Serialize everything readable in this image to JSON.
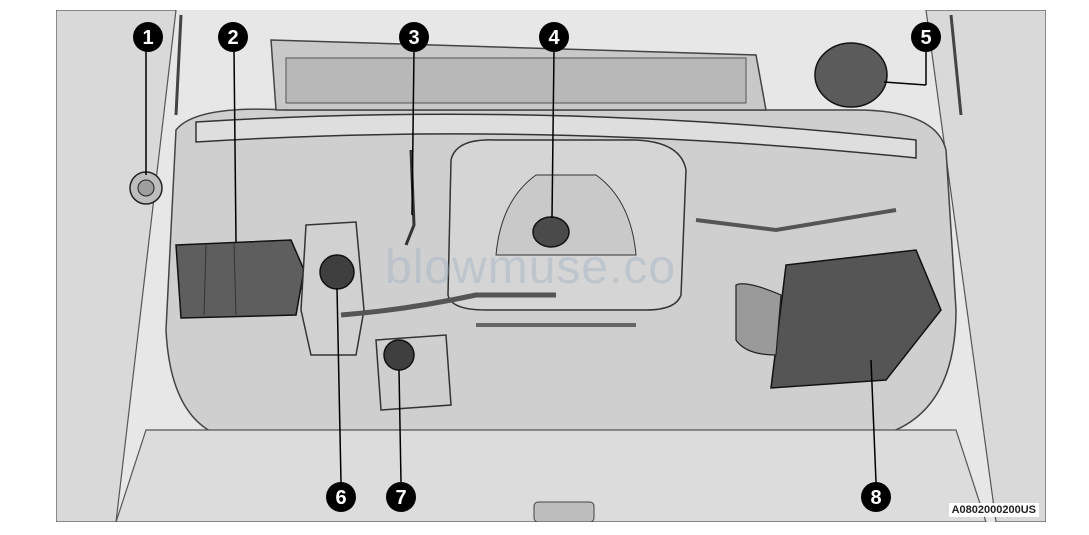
{
  "figure": {
    "code": "A0802000200US",
    "watermark": "blowmuse.co",
    "callouts": [
      {
        "id": "1",
        "label": "1"
      },
      {
        "id": "2",
        "label": "2"
      },
      {
        "id": "3",
        "label": "3"
      },
      {
        "id": "4",
        "label": "4"
      },
      {
        "id": "5",
        "label": "5"
      },
      {
        "id": "6",
        "label": "6"
      },
      {
        "id": "7",
        "label": "7"
      },
      {
        "id": "8",
        "label": "8"
      }
    ]
  }
}
